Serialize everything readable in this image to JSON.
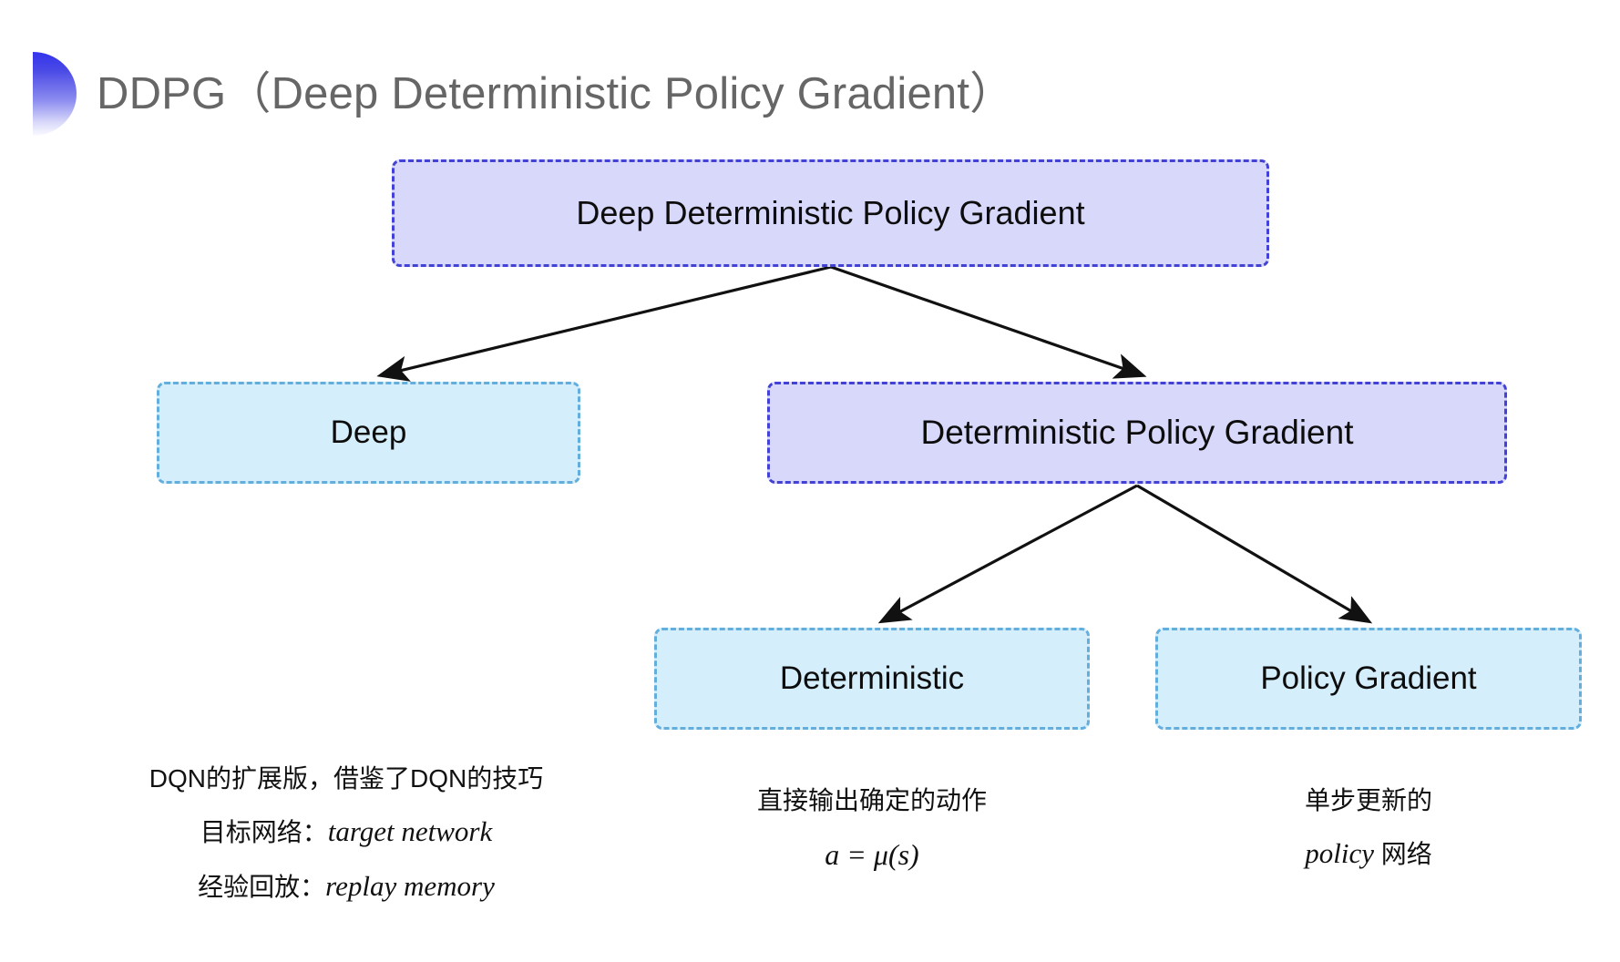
{
  "slide": {
    "title": "DDPG（Deep Deterministic Policy Gradient）",
    "bullet_icon": "half-circle-gradient-icon",
    "background_color": "#ffffff",
    "title_color": "#666666"
  },
  "colors": {
    "purple_fill": "#d8d8fb",
    "purple_border": "#4242d6",
    "blue_fill": "#d5eefb",
    "blue_border": "#63aedd",
    "arrow": "#111111",
    "bullet_gradient_start": "#3333ee",
    "bullet_gradient_end": "#fafaff"
  },
  "diagram": {
    "type": "tree",
    "nodes": [
      {
        "id": "ddpg",
        "label": "Deep Deterministic Policy Gradient",
        "style": "purple"
      },
      {
        "id": "deep",
        "label": "Deep",
        "style": "blue"
      },
      {
        "id": "dpg",
        "label": "Deterministic Policy Gradient",
        "style": "purple"
      },
      {
        "id": "det",
        "label": "Deterministic",
        "style": "blue"
      },
      {
        "id": "pg",
        "label": "Policy Gradient",
        "style": "blue"
      }
    ],
    "edges": [
      {
        "from": "ddpg",
        "to": "deep"
      },
      {
        "from": "ddpg",
        "to": "dpg"
      },
      {
        "from": "dpg",
        "to": "det"
      },
      {
        "from": "dpg",
        "to": "pg"
      }
    ]
  },
  "captions": {
    "deep": {
      "line1": "DQN的扩展版，借鉴了DQN的技巧",
      "line2_label": "目标网络：",
      "line2_italic": "target network",
      "line3_label": "经验回放：",
      "line3_italic": "replay memory"
    },
    "deterministic": {
      "line1": "直接输出确定的动作",
      "line2_formula": "a = μ(s)"
    },
    "policy_gradient": {
      "line1": "单步更新的",
      "line2_italic": "policy",
      "line2_suffix": " 网络"
    }
  }
}
